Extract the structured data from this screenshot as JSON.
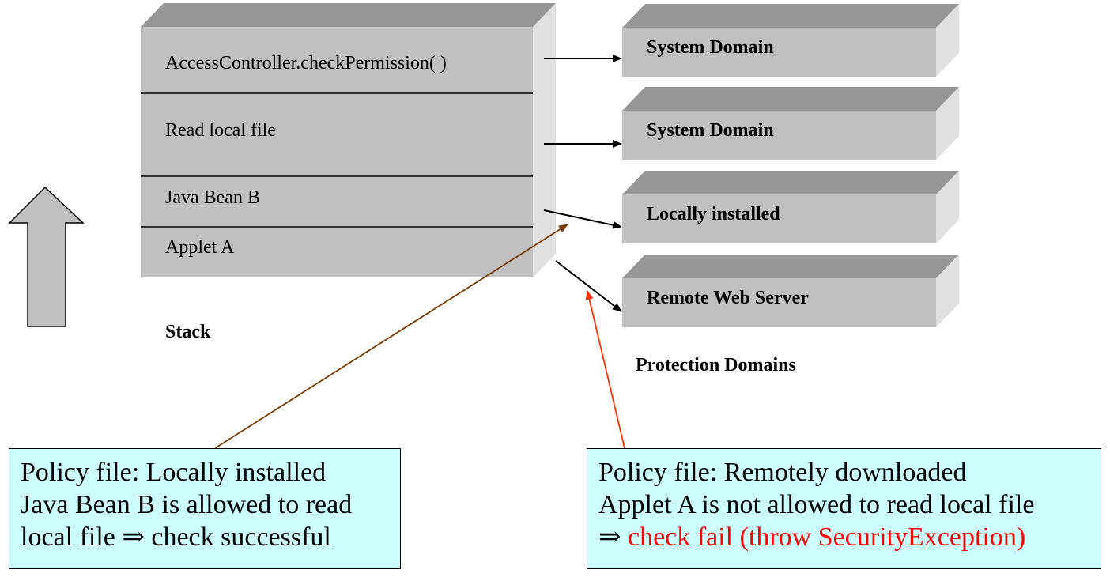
{
  "stack": {
    "frames": [
      "AccessController.checkPermission( )",
      "Read local file",
      "Java Bean B",
      "Applet A"
    ],
    "caption": "Stack"
  },
  "domains": {
    "items": [
      "System Domain",
      "System Domain",
      "Locally installed",
      "Remote Web Server"
    ],
    "caption": "Protection Domains"
  },
  "notes": {
    "left": {
      "line1": "Policy file: Locally installed",
      "line2": "Java Bean B is allowed to read",
      "line3": "local file ⇒ check successful"
    },
    "right": {
      "line1": "Policy file: Remotely downloaded",
      "line2": "Applet A is not allowed to read local file",
      "line3_prefix": "⇒ ",
      "line3_fail": "check fail (throw SecurityException)"
    }
  },
  "colors": {
    "box_face": "#c0c0c0",
    "box_top": "#969696",
    "box_side": "#e0e0e0",
    "note_fill": "#ccffff",
    "left_pointer": "#7a3a00",
    "right_pointer": "#ff3300",
    "fail_text": "#ff0000"
  }
}
